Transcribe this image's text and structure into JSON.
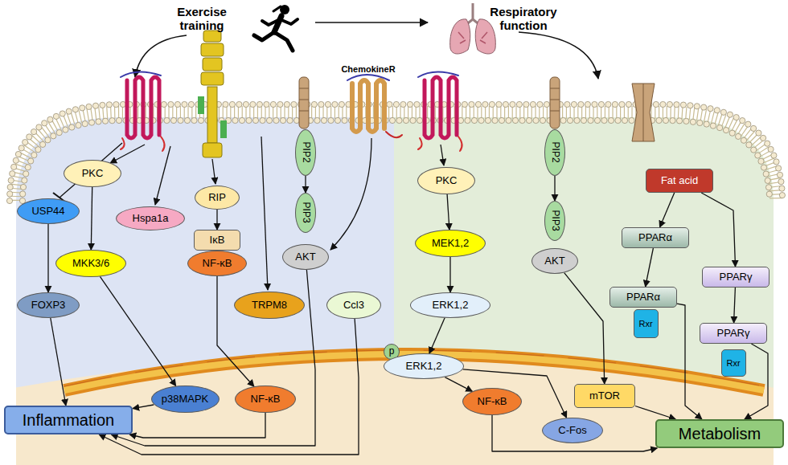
{
  "diagram": {
    "nodes": [
      {
        "text": [
          "USP44"
        ]
      },
      {
        "text": [
          "PKC"
        ]
      },
      {
        "text": [
          "Hspa1a"
        ]
      },
      {
        "text": [
          "RIP"
        ]
      },
      {
        "text": [
          "IκB"
        ]
      },
      {
        "text": [
          "NF-κB"
        ]
      },
      {
        "text": [
          "MKK3/6"
        ]
      },
      {
        "text": [
          "PIP2"
        ]
      },
      {
        "text": [
          "PIP3"
        ]
      },
      {
        "text": [
          "AKT"
        ]
      },
      {
        "text": [
          "TRPM8"
        ]
      },
      {
        "text": [
          "Ccl3"
        ]
      },
      {
        "text": [
          "FOXP3"
        ]
      },
      {
        "text": [
          "p38MAPK"
        ]
      },
      {
        "text": [
          "NF-κB"
        ]
      },
      {
        "text": [
          "Inflammation"
        ]
      },
      {
        "text": [
          "PKC"
        ]
      },
      {
        "text": [
          "MEK1,2"
        ]
      },
      {
        "text": [
          "ERK1,2"
        ]
      },
      {
        "text": [
          "p"
        ]
      },
      {
        "text": [
          "ERK1,2"
        ]
      },
      {
        "text": [
          "NF-κB"
        ]
      },
      {
        "text": [
          "C-Fos"
        ]
      },
      {
        "text": [
          "PIP2"
        ]
      },
      {
        "text": [
          "PIP3"
        ]
      },
      {
        "text": [
          "AKT"
        ]
      },
      {
        "text": [
          "mTOR"
        ]
      },
      {
        "text": [
          "Fat acid"
        ]
      },
      {
        "text": [
          "PPARα"
        ]
      },
      {
        "text": [
          "PPARα"
        ]
      },
      {
        "text": [
          "Rxr"
        ]
      },
      {
        "text": [
          "PPARγ"
        ]
      },
      {
        "text": [
          "PPARγ"
        ]
      },
      {
        "text": [
          "Rxr"
        ]
      },
      {
        "text": [
          "Metabolism"
        ]
      }
    ],
    "edges": [
      {
        "from": 1,
        "to": 6,
        "arrow": "to"
      },
      {
        "from": 6,
        "to": 13,
        "arrow": "to"
      },
      {
        "from": 3,
        "to": 4,
        "arrow": "to"
      },
      {
        "from": 5,
        "to": 14,
        "arrow": "to"
      },
      {
        "from": 0,
        "to": 12,
        "arrow": "to"
      },
      {
        "from": 12,
        "to": 15,
        "arrow": "to"
      },
      {
        "from": 13,
        "to": 15,
        "arrow": "to"
      },
      {
        "from": 14,
        "to": 15,
        "arrow": "to"
      },
      {
        "from": 7,
        "to": 8,
        "arrow": "to"
      },
      {
        "from": 9,
        "to": 15,
        "arrow": "to"
      },
      {
        "from": 11,
        "to": 15,
        "arrow": "to"
      },
      {
        "from": 16,
        "to": 17,
        "arrow": "to"
      },
      {
        "from": 17,
        "to": 18,
        "arrow": "to"
      },
      {
        "from": 18,
        "to": 20,
        "arrow": "to"
      },
      {
        "from": 20,
        "to": 21,
        "arrow": "to"
      },
      {
        "from": 20,
        "to": 22,
        "arrow": "to"
      },
      {
        "from": 21,
        "to": 34,
        "arrow": "to"
      },
      {
        "from": 23,
        "to": 24,
        "arrow": "to"
      },
      {
        "from": 25,
        "to": 26,
        "arrow": "to"
      },
      {
        "from": 26,
        "to": 34,
        "arrow": "to"
      },
      {
        "from": 27,
        "to": 28,
        "arrow": "to"
      },
      {
        "from": 27,
        "to": 31,
        "arrow": "to"
      },
      {
        "from": 28,
        "to": 29,
        "arrow": "to"
      },
      {
        "from": 31,
        "to": 32,
        "arrow": "to"
      },
      {
        "from": 29,
        "to": 34,
        "arrow": "to"
      },
      {
        "from": 32,
        "to": 34,
        "arrow": "to"
      }
    ],
    "labels": [
      "Exercise training",
      "Respiratory function",
      "ChemokineR"
    ]
  }
}
